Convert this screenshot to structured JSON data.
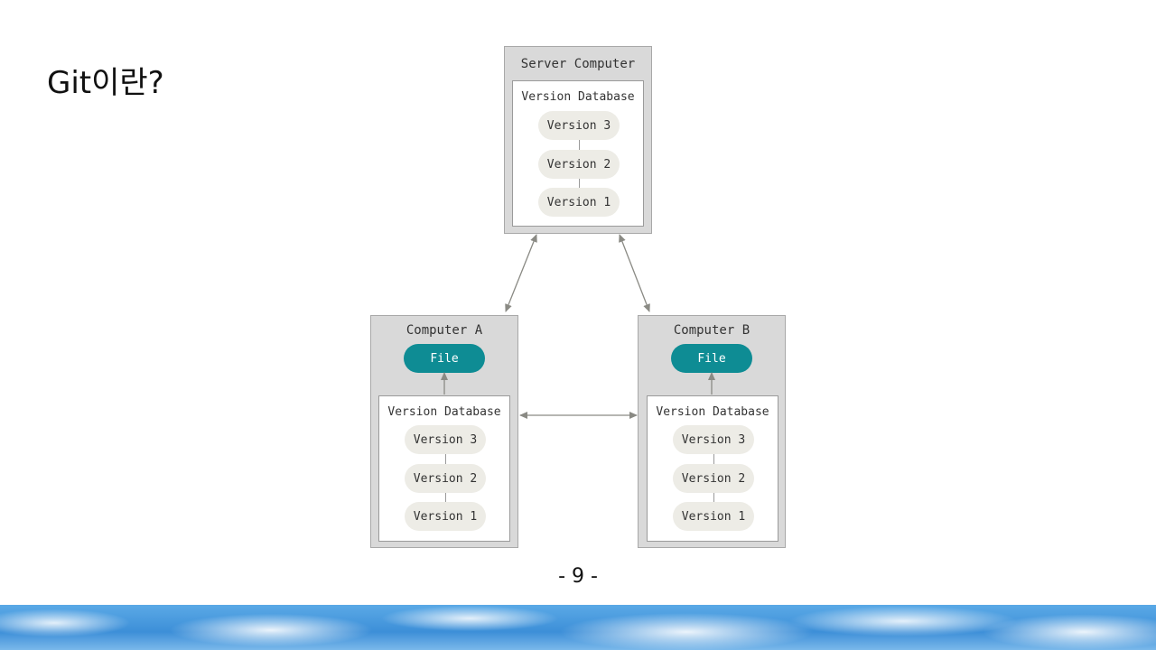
{
  "slide": {
    "title": "Git이란?",
    "page_number": "- 9 -"
  },
  "diagram": {
    "server": {
      "title": "Server Computer",
      "database_label": "Version Database",
      "versions": [
        "Version 3",
        "Version 2",
        "Version 1"
      ]
    },
    "computer_a": {
      "title": "Computer A",
      "file_label": "File",
      "database_label": "Version Database",
      "versions": [
        "Version 3",
        "Version 2",
        "Version 1"
      ]
    },
    "computer_b": {
      "title": "Computer B",
      "file_label": "File",
      "database_label": "Version Database",
      "versions": [
        "Version 3",
        "Version 2",
        "Version 1"
      ]
    },
    "colors": {
      "box_fill": "#d9d9d9",
      "file_pill": "#0e8c94",
      "version_pill": "#edece6",
      "arrow": "#8a8a84"
    }
  }
}
